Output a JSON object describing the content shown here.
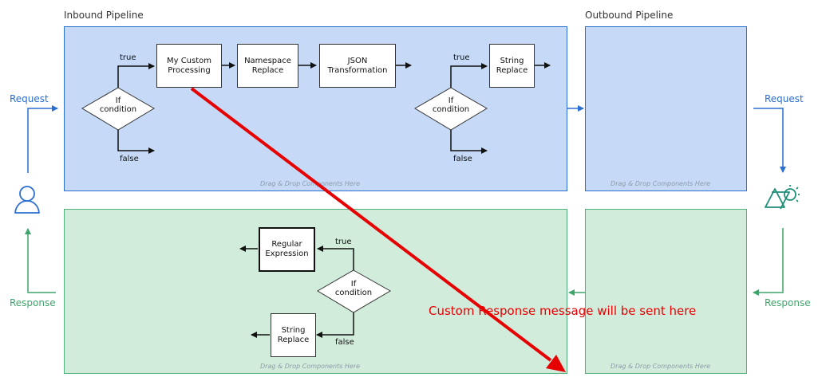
{
  "inbound": {
    "title": "Inbound Pipeline",
    "request_hint": "Drag & Drop Components Here",
    "response_hint": "Drag & Drop Components Here"
  },
  "outbound": {
    "title": "Outbound Pipeline",
    "request_hint": "Drag & Drop Components Here",
    "response_hint": "Drag & Drop Components Here"
  },
  "left": {
    "request_label": "Request",
    "response_label": "Response",
    "icon": "user-icon"
  },
  "right": {
    "request_label": "Request",
    "response_label": "Response",
    "icon": "service-gear-icon"
  },
  "request_flow": {
    "condition1": "If\ncondition",
    "true1": "true",
    "false1": "false",
    "custom": "My Custom\nProcessing",
    "namespace": "Namespace\nReplace",
    "json": "JSON\nTransformation",
    "condition2": "If\ncondition",
    "true2": "true",
    "false2": "false",
    "string": "String\nReplace"
  },
  "response_flow": {
    "regex": "Regular\nExpression",
    "condition": "If\ncondition",
    "true_label": "true",
    "false_label": "false",
    "string": "String\nReplace"
  },
  "annotation": {
    "text": "Custom Response message will be sent here",
    "color": "#e60000"
  },
  "colors": {
    "blue": "#2a6fd1",
    "green": "#3ea56a",
    "blue_fill": "#c6daf7",
    "green_fill": "#d2ecdc"
  }
}
